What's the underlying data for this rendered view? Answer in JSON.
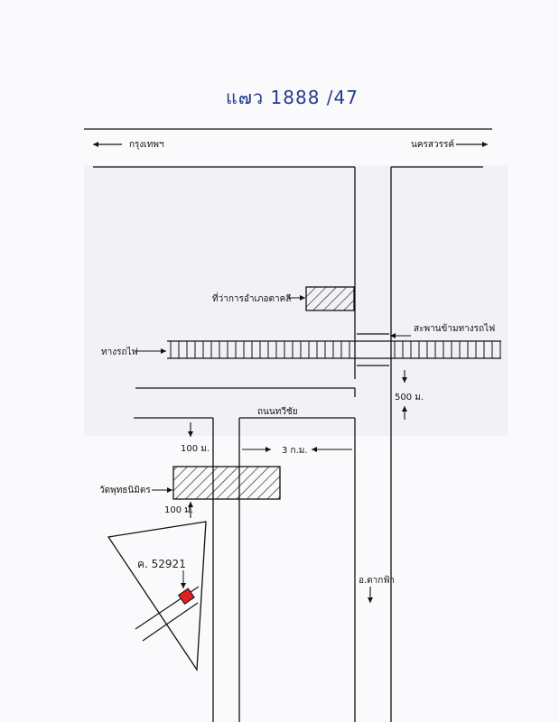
{
  "document": {
    "handwritten_reference": "แ๗ว 1888 /47"
  },
  "map": {
    "direction_left": "กรุงเทพฯ",
    "direction_right": "นครสวรรค์",
    "district_office": "ที่ว่าการอำเภอตาคลี",
    "railway": "ทางรถไฟ",
    "railway_bridge": "สะพานข้ามทางรถไฟ",
    "distance_500": "500 ม.",
    "road_name": "ถนนทวีชัย",
    "distance_100_top": "100 ม.",
    "distance_3km": "3 ก.ม.",
    "temple": "วัดพุทธนิมิตร",
    "distance_100_bottom": "100 ม.",
    "plot_label": "ค. 52921",
    "destination": "อ.ตากฟ้า",
    "plot_color": "#e02020"
  }
}
